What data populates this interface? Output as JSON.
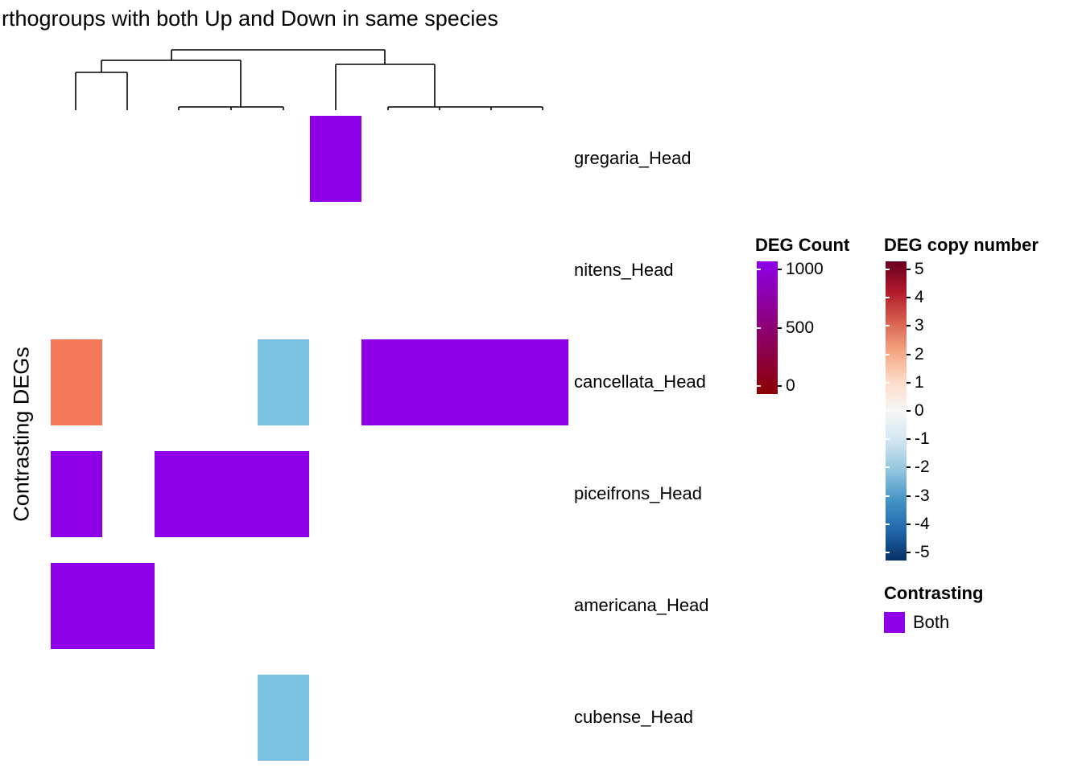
{
  "chart_data": {
    "type": "heatmap",
    "title": "rthogroups with both Up and Down in same species",
    "ylabel": "Contrasting DEGs",
    "row_labels": [
      "gregaria_Head",
      "nitens_Head",
      "cancellata_Head",
      "piceifrons_Head",
      "americana_Head",
      "cubense_Head"
    ],
    "n_columns": 10,
    "colors": {
      "purple": "#8D00E8",
      "salmon": "#F4795B",
      "lightblue": "#7BC1E1"
    },
    "cells": [
      {
        "row": 0,
        "col": 5,
        "span": 1,
        "color_key": "purple"
      },
      {
        "row": 2,
        "col": 0,
        "span": 1,
        "color_key": "salmon"
      },
      {
        "row": 2,
        "col": 4,
        "span": 1,
        "color_key": "lightblue"
      },
      {
        "row": 2,
        "col": 6,
        "span": 4,
        "color_key": "purple"
      },
      {
        "row": 3,
        "col": 0,
        "span": 1,
        "color_key": "purple"
      },
      {
        "row": 3,
        "col": 2,
        "span": 3,
        "color_key": "purple"
      },
      {
        "row": 4,
        "col": 0,
        "span": 2,
        "color_key": "purple"
      },
      {
        "row": 5,
        "col": 4,
        "span": 1,
        "color_key": "lightblue"
      }
    ],
    "dendrogram": {
      "segments": [
        [
          94,
          137,
          94,
          90
        ],
        [
          158,
          137,
          158,
          90
        ],
        [
          94,
          90,
          158,
          90
        ],
        [
          126,
          90,
          126,
          75
        ],
        [
          222,
          137,
          222,
          133
        ],
        [
          287,
          137,
          287,
          133
        ],
        [
          352,
          137,
          352,
          133
        ],
        [
          222,
          133,
          352,
          133
        ],
        [
          299,
          133,
          299,
          75
        ],
        [
          126,
          75,
          299,
          75
        ],
        [
          213,
          75,
          213,
          62
        ],
        [
          417,
          137,
          417,
          80
        ],
        [
          482,
          137,
          482,
          133
        ],
        [
          546,
          137,
          546,
          133
        ],
        [
          610,
          137,
          610,
          133
        ],
        [
          674,
          137,
          674,
          133
        ],
        [
          482,
          133,
          674,
          133
        ],
        [
          540,
          133,
          540,
          80
        ],
        [
          417,
          80,
          540,
          80
        ],
        [
          478,
          80,
          478,
          62
        ],
        [
          213,
          62,
          478,
          62
        ]
      ]
    },
    "legends": {
      "deg_count": {
        "title": "DEG Count",
        "ticks": [
          "1000",
          "500",
          "0"
        ],
        "gradient": [
          "#8D00E8",
          "#8B0000"
        ]
      },
      "deg_copy_number": {
        "title": "DEG copy number",
        "ticks": [
          "5",
          "4",
          "3",
          "2",
          "1",
          "0",
          "-1",
          "-2",
          "-3",
          "-4",
          "-5"
        ],
        "gradient": [
          "#67001F",
          "#B2182B",
          "#D6604D",
          "#F4A582",
          "#FDDBC7",
          "#F7F7F7",
          "#D1E5F0",
          "#92C5DE",
          "#4393C4",
          "#2166AC",
          "#053061"
        ]
      },
      "contrasting": {
        "title": "Contrasting",
        "items": [
          {
            "label": "Both",
            "color": "#8D00E8"
          }
        ]
      }
    }
  }
}
